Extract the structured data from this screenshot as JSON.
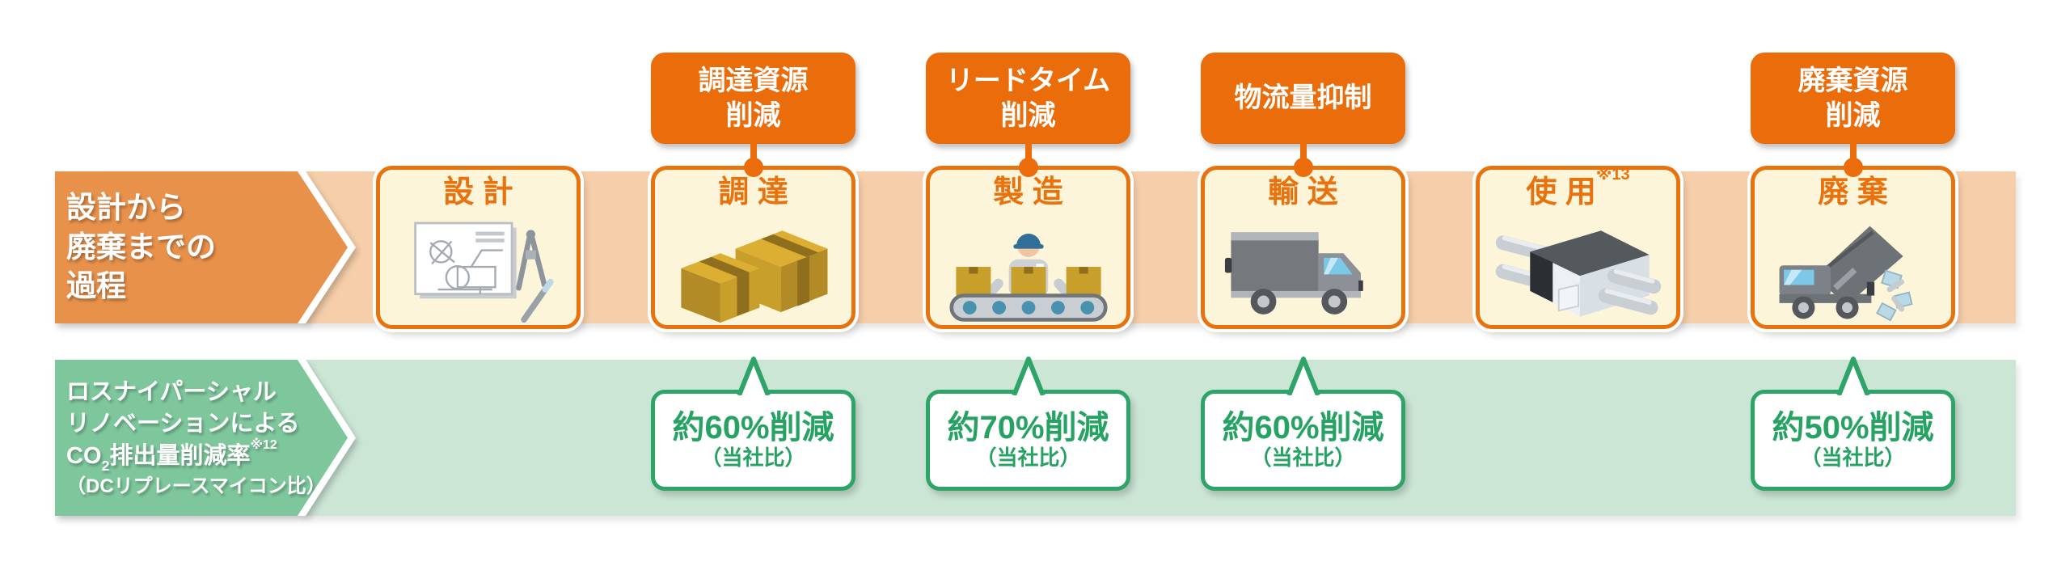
{
  "process_row": {
    "label_lines": [
      "設計から",
      "廃棄までの",
      "過程"
    ]
  },
  "reduction_row": {
    "line1": "ロスナイパーシャル",
    "line2": "リノベーションによる",
    "co2_pre": "CO",
    "co2_sub": "2",
    "co2_main": "排出量削減率",
    "co2_sup": "※12",
    "line4": "（DCリプレースマイコン比）"
  },
  "stages": [
    {
      "id": "design",
      "title": "設 計",
      "title_sup": "",
      "icon": "blueprint-compass-pencil-icon"
    },
    {
      "id": "procurement",
      "title": "調 達",
      "title_sup": "",
      "icon": "cardboard-boxes-icon",
      "badge": {
        "lines": [
          "調達資源",
          "削減"
        ]
      },
      "callout": {
        "value": "約60%削減",
        "basis": "（当社比）"
      }
    },
    {
      "id": "manufacturing",
      "title": "製 造",
      "title_sup": "",
      "icon": "conveyor-worker-icon",
      "badge": {
        "lines": [
          "リードタイム",
          "削減"
        ]
      },
      "callout": {
        "value": "約70%削減",
        "basis": "（当社比）"
      }
    },
    {
      "id": "transport",
      "title": "輸 送",
      "title_sup": "",
      "icon": "delivery-truck-icon",
      "badge": {
        "lines": [
          "物流量抑制"
        ]
      },
      "callout": {
        "value": "約60%削減",
        "basis": "（当社比）"
      }
    },
    {
      "id": "use",
      "title": "使 用",
      "title_sup": "※13",
      "icon": "ventilation-unit-ducts-icon"
    },
    {
      "id": "disposal",
      "title": "廃 棄",
      "title_sup": "",
      "icon": "dump-truck-debris-icon",
      "badge": {
        "lines": [
          "廃棄資源",
          "削減"
        ]
      },
      "callout": {
        "value": "約50%削減",
        "basis": "（当社比）"
      }
    }
  ],
  "colors": {
    "badge_orange": "#EB6C0B",
    "box_border_orange": "#E8720D",
    "label_chevron_orange": "#E8914B",
    "band_light_orange": "#F6CFAA",
    "box_cream": "#FCF5DA",
    "label_chevron_green": "#7EC79D",
    "band_light_green": "#CCE6D6",
    "callout_green": "#2EA468",
    "white": "#FFFFFF"
  }
}
